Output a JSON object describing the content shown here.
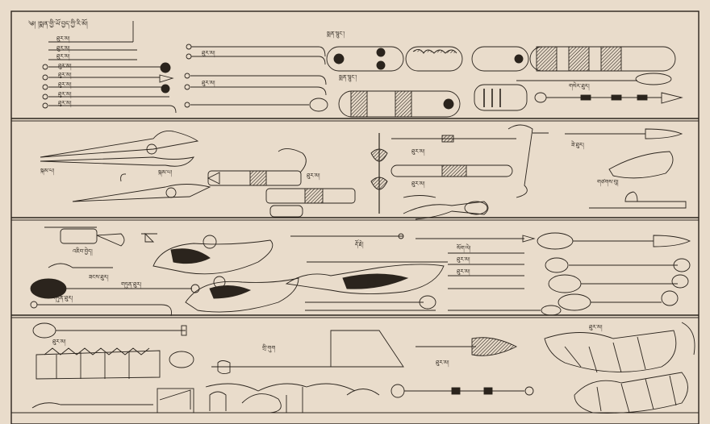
{
  "plate": {
    "title": "༄། །སྨན་གྱི་ཡོ་བྱད་ཀྱི་རི་མོ།",
    "paper_color": "#e9dccb",
    "ink_color": "#2b241d"
  },
  "labels": [
    "ཐུར་མ།",
    "ཐུར་མ།",
    "ཐུར་མ།",
    "ཐུར་མ།",
    "ཐུར་མ།",
    "ཐུར་མ།",
    "ཐུར་མ།",
    "ཐུར་མ།",
    "ཐུར་མ།",
    "ཐུར་མ།",
    "སྨན་སྙུང་།",
    "སྨན་སྙུང་།",
    "གསེར་ཐུར།",
    "སྐམ་པ།",
    "སྐམ་པ།",
    "ཐུར་མ།",
    "ཐུར་མ།",
    "ཐུར་མ།",
    "ཟེ་ཐུར།",
    "གཙགས་བུ།",
    "འཇིབ་བྱེད།",
    "ཟངས་ཐུར།",
    "གཏུན་ཐུར།",
    "གཏུན་ཐུར།",
    "རྡོ་རྗེ།",
    "སྤུ་གྲི།",
    "སོག་ལེ།",
    "ཐུར་མ།",
    "ཐུར་མ།",
    "ཐུར་མ།",
    "གྲི་གུག",
    "ཐུར་མ།",
    "ཐུར་མ།"
  ]
}
